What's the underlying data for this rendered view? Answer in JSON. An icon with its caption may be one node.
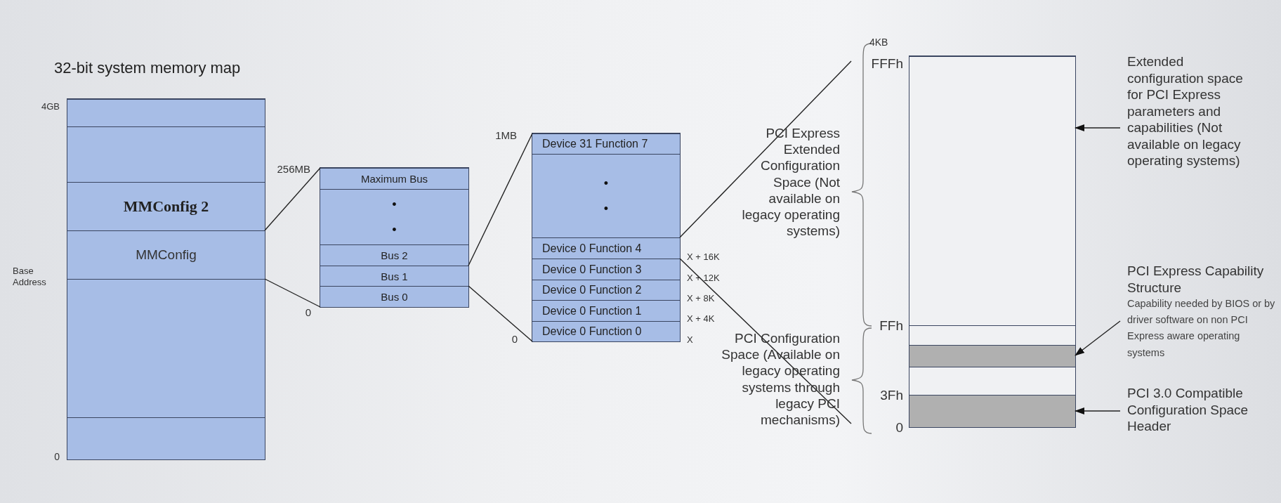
{
  "diagram": {
    "title": "32-bit system memory map",
    "nodes": [
      {
        "text": [],
        "shape": "box"
      },
      {
        "text": [],
        "shape": "box",
        "in": 0
      },
      {
        "text": [],
        "shape": "box",
        "in": 0
      },
      {
        "text": [
          "MMConfig 2"
        ],
        "in": 0
      },
      {
        "text": [
          "MMConfig"
        ],
        "in": 0
      },
      {
        "text": [],
        "shape": "box",
        "in": 0
      },
      {
        "text": [],
        "shape": "box",
        "in": 0
      },
      {
        "text": [],
        "shape": "box"
      },
      {
        "text": [
          "Maximum Bus"
        ],
        "in": 7
      },
      {
        "text": [
          "•",
          "•"
        ],
        "in": 7
      },
      {
        "text": [
          "Bus 2"
        ],
        "in": 7
      },
      {
        "text": [
          "Bus 1"
        ],
        "in": 7
      },
      {
        "text": [
          "Bus 0"
        ],
        "in": 7
      },
      {
        "text": [],
        "shape": "box"
      },
      {
        "text": [
          "Device 31 Function 7"
        ],
        "in": 13
      },
      {
        "text": [
          "•",
          "•"
        ],
        "in": 13
      },
      {
        "text": [
          "Device 0 Function 4"
        ],
        "in": 13
      },
      {
        "text": [
          "Device 0 Function 3"
        ],
        "in": 13
      },
      {
        "text": [
          "Device 0 Function 2"
        ],
        "in": 13
      },
      {
        "text": [
          "Device 0 Function 1"
        ],
        "in": 13
      },
      {
        "text": [
          "Device 0 Function 0"
        ],
        "in": 13
      },
      {
        "text": [],
        "shape": "box"
      },
      {
        "text": [],
        "shape": "box",
        "in": 21
      },
      {
        "text": [],
        "shape": "box",
        "in": 21
      },
      {
        "text": [],
        "shape": "box",
        "in": 21
      },
      {
        "text": [],
        "shape": "box",
        "in": 21
      },
      {
        "text": [],
        "shape": "box",
        "in": 21
      },
      {
        "text": [
          "Extended configuration space for PCI Express parameters and capabilities (Not available on legacy operating systems)"
        ]
      },
      {
        "text": [
          "PCI Express Capability Structure",
          "Capability needed  by BIOS or by driver software on non PCI Express aware operating systems"
        ]
      },
      {
        "text": [
          "PCI 3.0 Compatible Configuration Space Header"
        ]
      },
      {
        "text": [],
        "shape": "brace"
      },
      {
        "text": [],
        "shape": "brace"
      }
    ],
    "edges": [
      {
        "from": 4,
        "to": 7,
        "arrow": "none"
      },
      {
        "from": 4,
        "to": 7,
        "arrow": "none"
      },
      {
        "from": 11,
        "to": 13,
        "arrow": "none"
      },
      {
        "from": 11,
        "to": 13,
        "arrow": "none"
      },
      {
        "from": 16,
        "to": 30,
        "arrow": "none"
      },
      {
        "from": 16,
        "to": 31,
        "arrow": "none"
      },
      {
        "from": 27,
        "to": 22,
        "arrow": "to"
      },
      {
        "from": 28,
        "to": 24,
        "arrow": "to"
      },
      {
        "from": 29,
        "to": 26,
        "arrow": "to"
      }
    ],
    "labels": [
      "4GB",
      "Base Address",
      "0",
      "256MB",
      "0",
      "1MB",
      "0",
      "X + 16K",
      "X + 12K",
      "X + 8K",
      "X + 4K",
      "X",
      "4KB",
      "FFFh",
      "PCI Express Extended Configuration Space (Not available on legacy operating systems)",
      "FFh",
      "PCI Configuration Space (Available on legacy operating systems through legacy PCI mechanisms)",
      "3Fh",
      "0"
    ]
  }
}
